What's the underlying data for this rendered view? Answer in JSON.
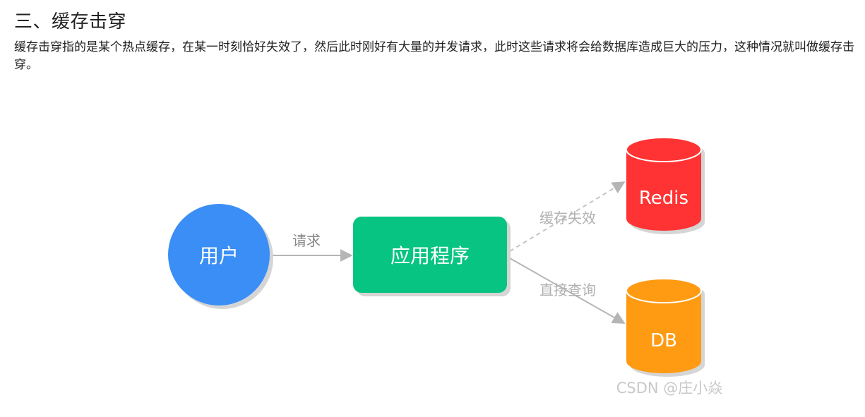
{
  "article": {
    "heading": "三、缓存击穿",
    "body": "缓存击穿指的是某个热点缓存，在某一时刻恰好失效了，然后此时刚好有大量的并发请求，此时这些请求将会给数据库造成巨大的压力，这种情况就叫做缓存击穿。"
  },
  "diagram": {
    "nodes": {
      "user": "用户",
      "app": "应用程序",
      "redis": "Redis",
      "db": "DB"
    },
    "edges": {
      "request": "请求",
      "cache_miss": "缓存失效",
      "direct_query": "直接查询"
    },
    "watermark": "CSDN @庄小焱"
  },
  "colors": {
    "user": "#3a8ef6",
    "app": "#07c482",
    "redis": "#ff3333",
    "db": "#ff9b12",
    "edge": "#b5b5b5",
    "edge_label": "#b0b0b0"
  }
}
